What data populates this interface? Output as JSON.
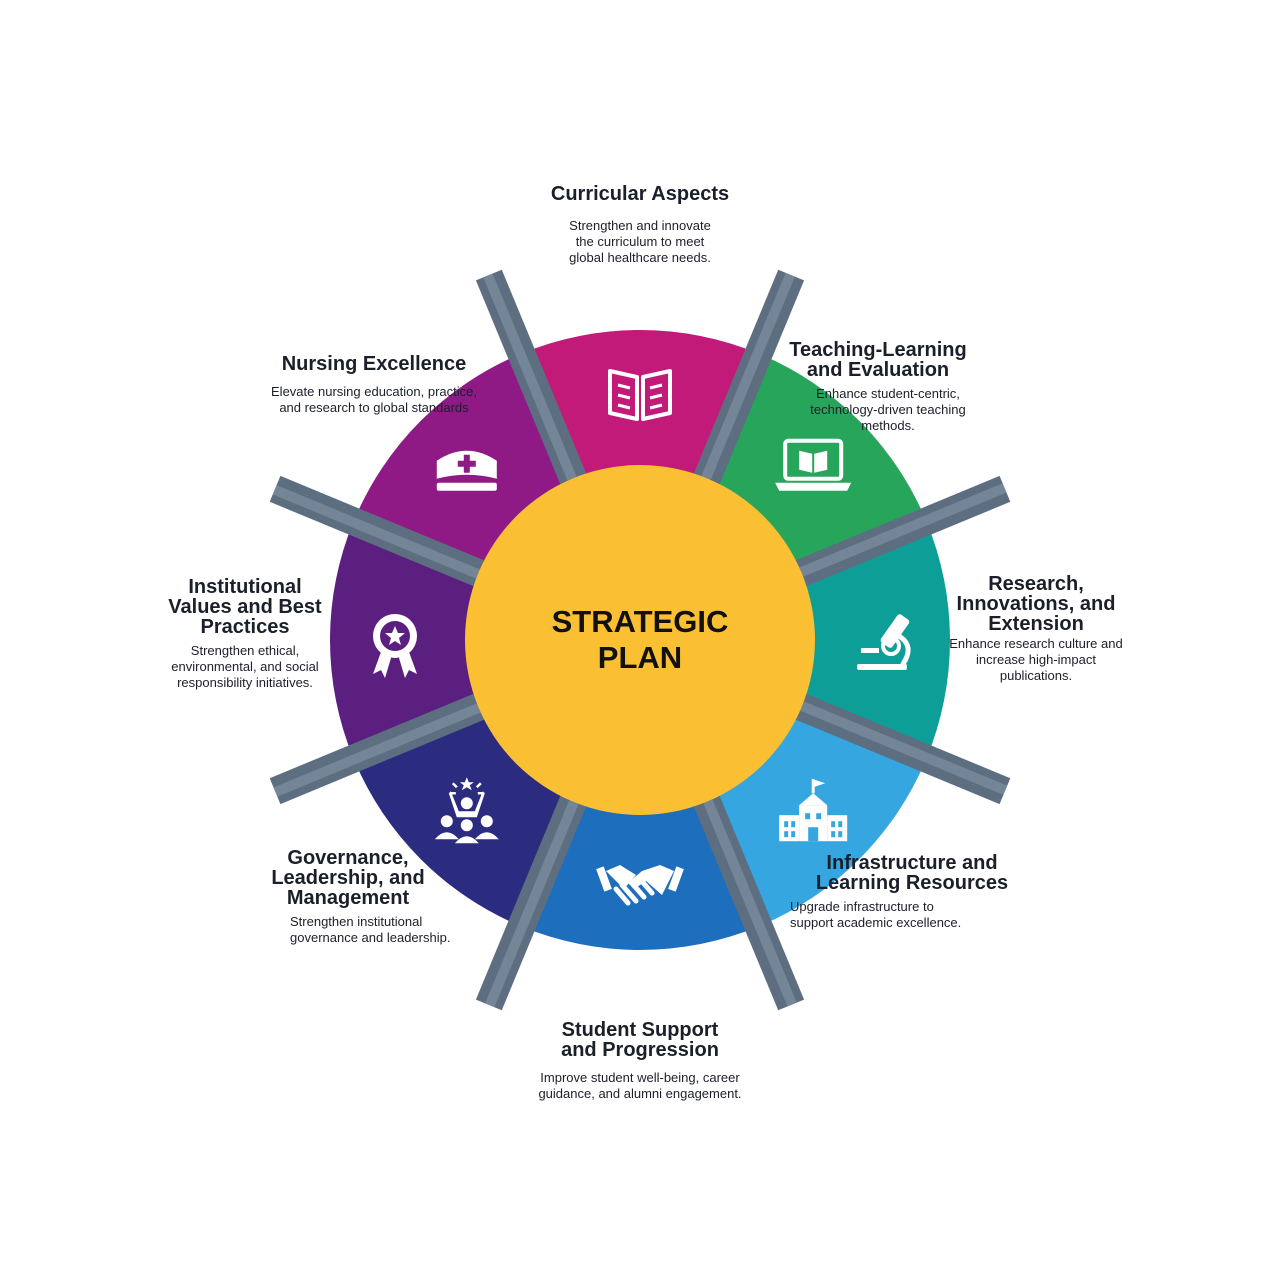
{
  "center": {
    "line1": "STRATEGIC",
    "line2": "PLAN",
    "color": "#fbbf33"
  },
  "segments": [
    {
      "id": "curricular",
      "title": "Curricular Aspects",
      "desc": "Strengthen and innovate the curriculum to meet global healthcare needs.",
      "color": "#c21a78",
      "icon": "open-book-icon"
    },
    {
      "id": "teaching",
      "title": "Teaching-Learning and Evaluation",
      "desc": "Enhance student-centric, technology-driven teaching methods.",
      "color": "#27a65b",
      "icon": "laptop-book-icon"
    },
    {
      "id": "research",
      "title": "Research, Innovations, and Extension",
      "desc": "Enhance research culture and increase high-impact publications.",
      "color": "#0d9f97",
      "icon": "microscope-icon"
    },
    {
      "id": "infrastructure",
      "title": "Infrastructure and Learning Resources",
      "desc": "Upgrade infrastructure to support academic excellence.",
      "color": "#35a6e0",
      "icon": "school-building-icon"
    },
    {
      "id": "student",
      "title": "Student Support and Progression",
      "desc": "Improve student well-being, career guidance, and alumni engagement.",
      "color": "#1d6fbd",
      "icon": "handshake-icon"
    },
    {
      "id": "governance",
      "title": "Governance, Leadership, and Management",
      "desc": "Strengthen institutional governance and leadership.",
      "color": "#2b2c7f",
      "icon": "leadership-team-icon"
    },
    {
      "id": "values",
      "title": "Institutional Values and Best Practices",
      "desc": "Strengthen ethical, environmental, and social responsibility initiatives.",
      "color": "#5b1f80",
      "icon": "award-badge-icon"
    },
    {
      "id": "nursing",
      "title": "Nursing Excellence",
      "desc": "Elevate nursing education, practice, and research to global standards",
      "color": "#8f1a86",
      "icon": "nurse-cap-icon"
    }
  ],
  "divider_color": "#5d6e80"
}
